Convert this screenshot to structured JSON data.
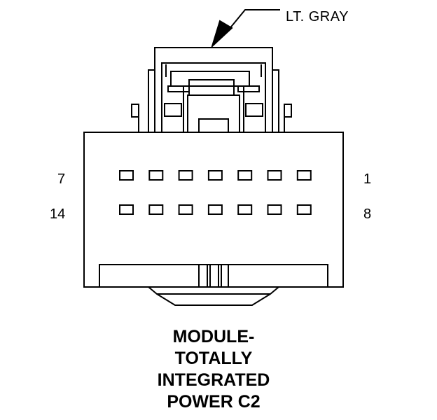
{
  "connector": {
    "color_label": "LT. GRAY",
    "pin_labels": {
      "top_left": "7",
      "top_right": "1",
      "bottom_left": "14",
      "bottom_right": "8"
    },
    "title_lines": [
      "MODULE-",
      "TOTALLY",
      "INTEGRATED",
      "POWER C2"
    ],
    "pins_per_row": 7,
    "rows": 2
  }
}
